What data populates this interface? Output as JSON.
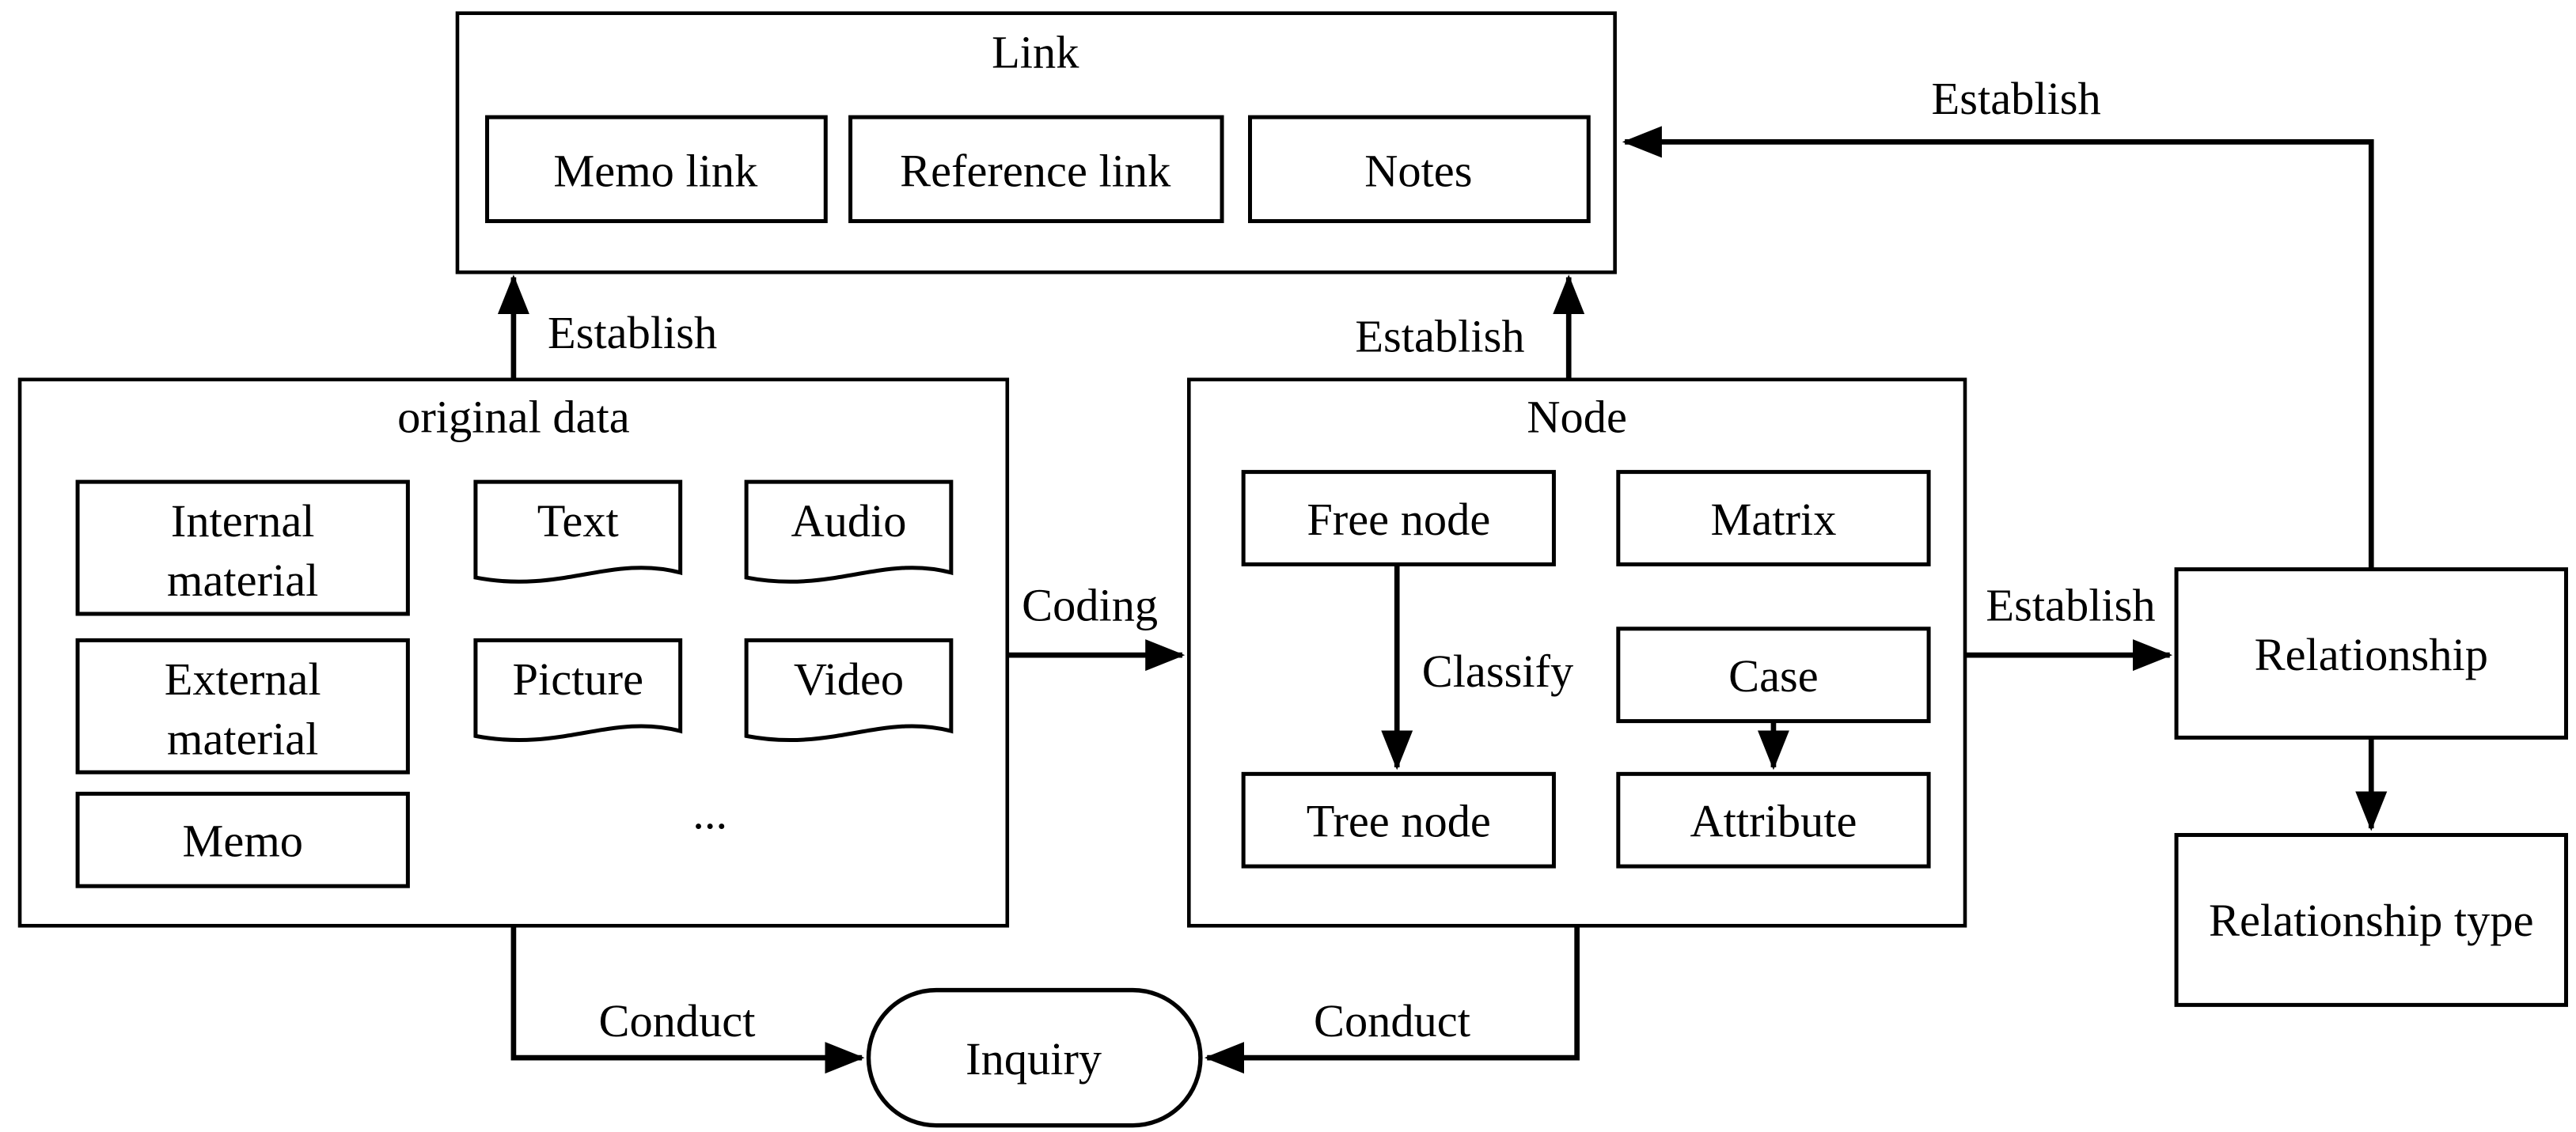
{
  "figure": {
    "type": "flow-diagram",
    "colors": {
      "stroke": "#000000",
      "background": "#ffffff"
    },
    "link": {
      "title": "Link",
      "memo_link": "Memo link",
      "reference_link": "Reference link",
      "notes": "Notes"
    },
    "original_data": {
      "title": "original data",
      "internal_material": {
        "label": "Internal material",
        "lines": [
          "Internal",
          "material"
        ]
      },
      "external_material": {
        "label": "External material",
        "lines": [
          "External",
          "material"
        ]
      },
      "memo": "Memo",
      "text": "Text",
      "audio": "Audio",
      "picture": "Picture",
      "video": "Video",
      "ellipsis": "..."
    },
    "node": {
      "title": "Node",
      "free_node": "Free node",
      "matrix": "Matrix",
      "case": "Case",
      "tree_node": "Tree node",
      "attribute": "Attribute"
    },
    "relationship": "Relationship",
    "relationship_type": "Relationship type",
    "inquiry": "Inquiry",
    "edge_labels": {
      "establish_original_to_link": "Establish",
      "establish_node_to_link": "Establish",
      "establish_relationship_to_link": "Establish",
      "establish_node_to_relationship": "Establish",
      "coding_original_to_node": "Coding",
      "classify_free_to_tree": "Classify",
      "conduct_original_to_inquiry": "Conduct",
      "conduct_node_to_inquiry": "Conduct"
    }
  }
}
